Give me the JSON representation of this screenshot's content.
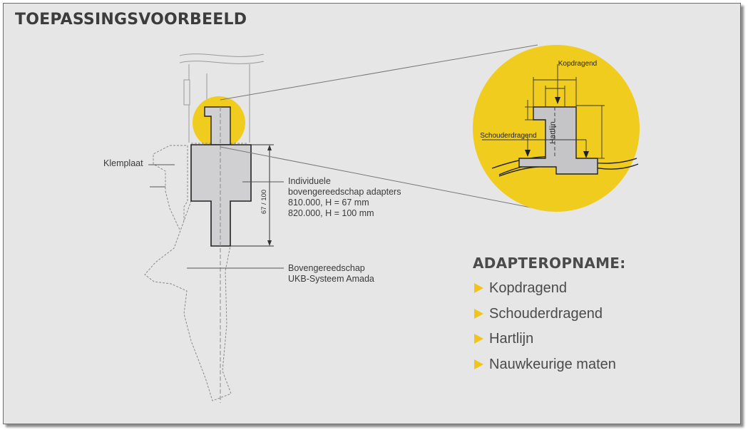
{
  "title": "TOEPASSINGSVOORBEELD",
  "labels": {
    "klemplaat": "Klemplaat",
    "adapters": [
      "Individuele",
      "bovengereedschap adapters",
      "810.000, H = 67 mm",
      "820.000, H = 100 mm"
    ],
    "bovengereedschap": [
      "Bovengereedschap",
      "UKB-Systeem Amada"
    ],
    "dimension": "67 / 100"
  },
  "detail": {
    "kopdragend": "Kopdragend",
    "schouderdragend": "Schouderdragend",
    "hartlijn": "Hartlijn"
  },
  "legend": {
    "title": "ADAPTEROPNAME:",
    "items": [
      "Kopdragend",
      "Schouderdragend",
      "Hartlijn",
      "Nauwkeurige maten"
    ]
  },
  "colors": {
    "yellow": "#f0cc1f",
    "adapter_gray": "#d0d0d2",
    "panel_bg": "#e6e6e6",
    "arrow": "#f0c419"
  }
}
